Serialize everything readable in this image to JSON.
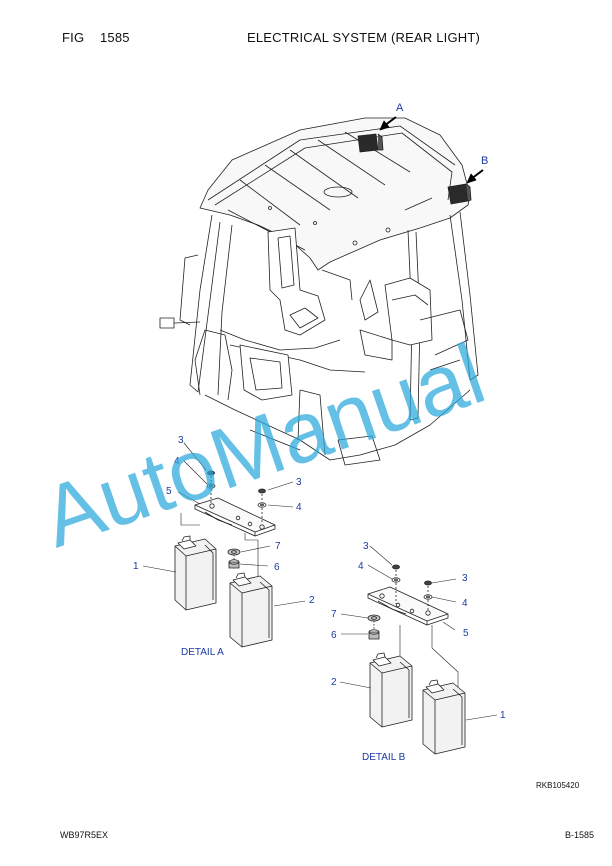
{
  "header": {
    "fig_label": "FIG",
    "fig_number": "1585",
    "title": "ELECTRICAL SYSTEM (REAR LIGHT)"
  },
  "callouts": {
    "A": "A",
    "B": "B"
  },
  "detail_a": {
    "title": "DETAIL A",
    "labels": {
      "p1": "1",
      "p2": "2",
      "p3a": "3",
      "p3b": "3",
      "p4a": "4",
      "p4b": "4",
      "p5": "5",
      "p6": "6",
      "p7": "7"
    }
  },
  "detail_b": {
    "title": "DETAIL B",
    "labels": {
      "p1": "1",
      "p2": "2",
      "p3a": "3",
      "p3b": "3",
      "p4a": "4",
      "p4b": "4",
      "p5": "5",
      "p6": "6",
      "p7": "7"
    }
  },
  "watermark": "AutoManual",
  "drawing_code": "RKB105420",
  "footer": {
    "model": "WB97R5EX",
    "page": "B-1585"
  }
}
